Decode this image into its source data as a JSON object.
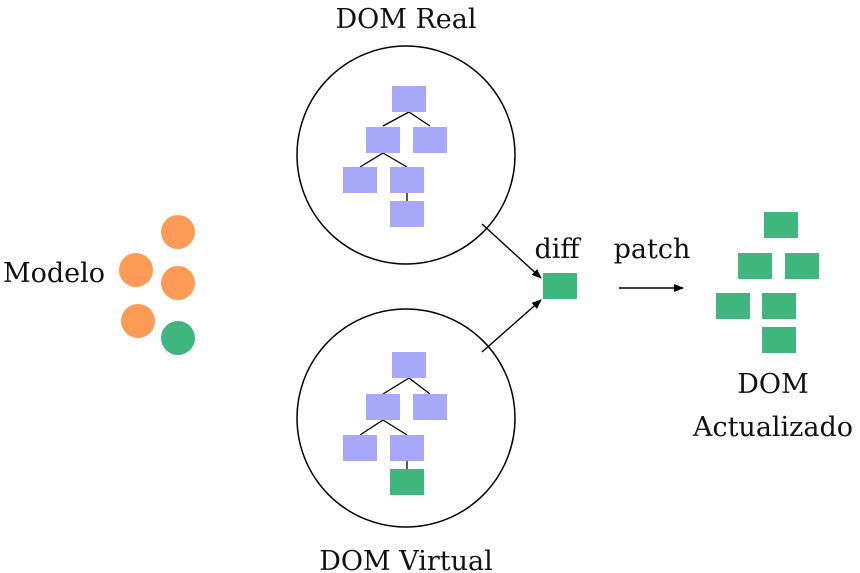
{
  "labels": {
    "dom_real": "DOM Real",
    "dom_virtual": "DOM Virtual",
    "modelo": "Modelo",
    "diff": "diff",
    "patch": "patch",
    "dom_actualizado_line1": "DOM",
    "dom_actualizado_line2": "Actualizado"
  },
  "colors": {
    "orange": "#fd9a56",
    "green": "#3fb67e",
    "lavender": "#a8a8fb",
    "stroke": "#000000"
  },
  "model_circles": [
    "orange",
    "orange",
    "orange",
    "orange",
    "green"
  ],
  "dom_real_nodes": [
    "lavender",
    "lavender",
    "lavender",
    "lavender",
    "lavender",
    "lavender"
  ],
  "dom_virtual_nodes": [
    "lavender",
    "lavender",
    "lavender",
    "lavender",
    "lavender",
    "green"
  ],
  "diff_node": "green",
  "updated_nodes": [
    "green",
    "green",
    "green",
    "green",
    "green",
    "green"
  ]
}
